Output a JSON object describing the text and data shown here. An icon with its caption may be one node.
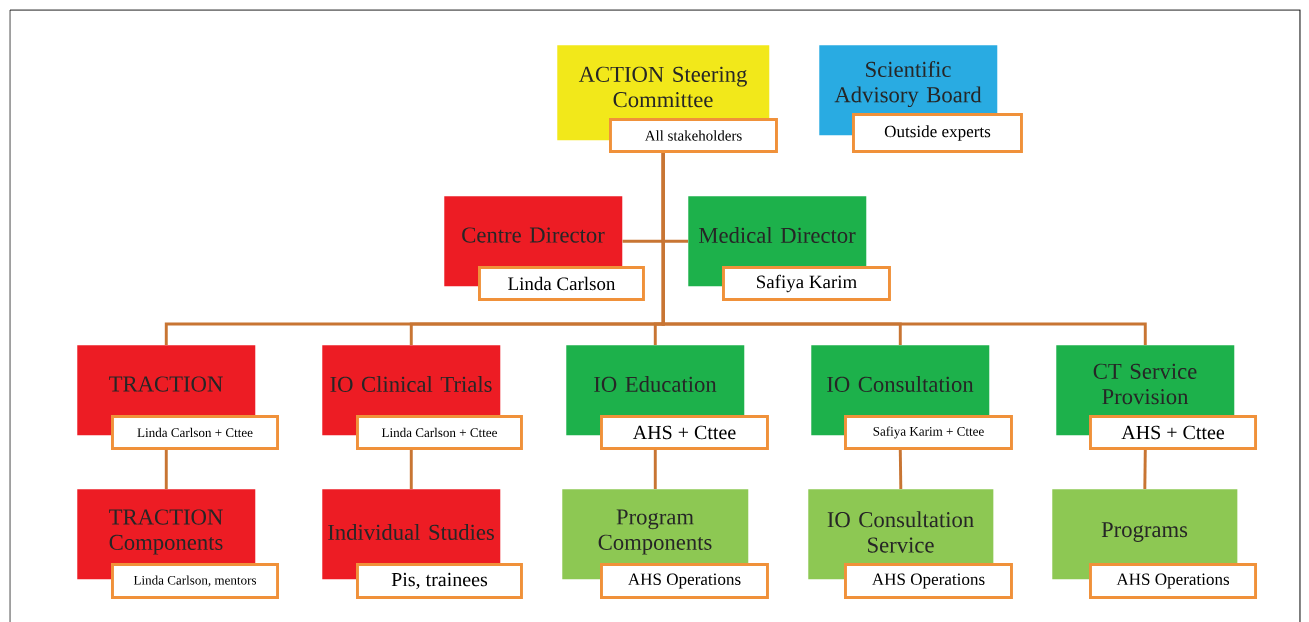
{
  "diagram": {
    "nodes": [
      {
        "text": [
          "ACTION Steering Committee",
          "All stakeholders"
        ]
      },
      {
        "text": [
          "Scientific Advisory Board",
          "Outside experts"
        ]
      },
      {
        "text": [
          "Centre Director",
          "Linda Carlson"
        ]
      },
      {
        "text": [
          "Medical Director",
          "Safiya Karim"
        ]
      },
      {
        "text": [
          "TRACTION",
          "Linda Carlson + Cttee"
        ]
      },
      {
        "text": [
          "IO Clinical Trials",
          "Linda Carlson + Cttee"
        ]
      },
      {
        "text": [
          "IO Education",
          "AHS + Cttee"
        ]
      },
      {
        "text": [
          "IO Consultation",
          "Safiya Karim + Cttee"
        ]
      },
      {
        "text": [
          "CT Service Provision",
          "AHS + Cttee"
        ]
      },
      {
        "text": [
          "TRACTION Components",
          "Linda Carlson, mentors"
        ]
      },
      {
        "text": [
          "Individual Studies",
          "Pis, trainees"
        ]
      },
      {
        "text": [
          "Program Components",
          "AHS Operations"
        ]
      },
      {
        "text": [
          "IO Consultation Service",
          "AHS Operations"
        ]
      },
      {
        "text": [
          "Programs",
          "AHS Operations"
        ]
      }
    ],
    "edges": [
      {
        "from": 0,
        "to": 2,
        "arrow": "none"
      },
      {
        "from": 0,
        "to": 3,
        "arrow": "none"
      },
      {
        "from": 0,
        "to": 4,
        "arrow": "none"
      },
      {
        "from": 0,
        "to": 5,
        "arrow": "none"
      },
      {
        "from": 0,
        "to": 6,
        "arrow": "none"
      },
      {
        "from": 0,
        "to": 7,
        "arrow": "none"
      },
      {
        "from": 0,
        "to": 8,
        "arrow": "none"
      },
      {
        "from": 4,
        "to": 9,
        "arrow": "none"
      },
      {
        "from": 5,
        "to": 10,
        "arrow": "none"
      },
      {
        "from": 6,
        "to": 11,
        "arrow": "none"
      },
      {
        "from": 7,
        "to": 12,
        "arrow": "none"
      },
      {
        "from": 8,
        "to": 13,
        "arrow": "none"
      }
    ]
  }
}
